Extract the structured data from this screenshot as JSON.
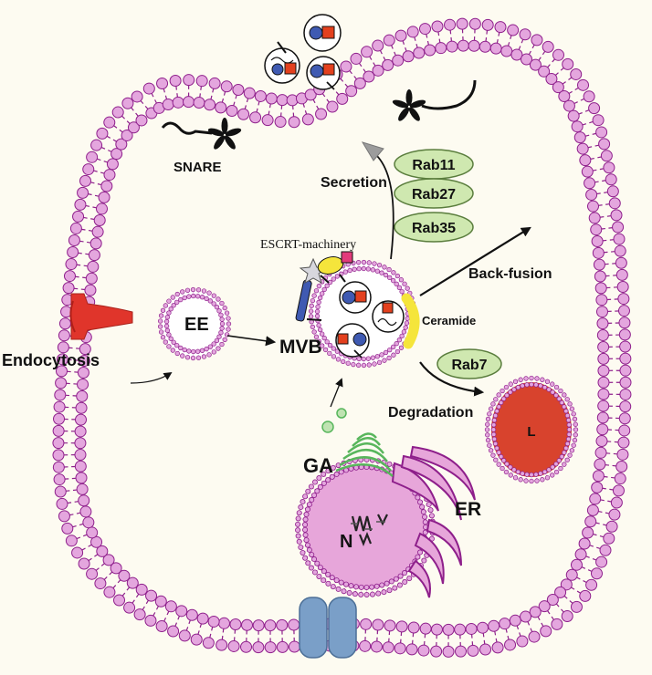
{
  "labels": {
    "snare": "SNARE",
    "secretion": "Secretion",
    "rab11": "Rab11",
    "rab27": "Rab27",
    "rab35": "Rab35",
    "escrt": "ESCRT-machinery",
    "back_fusion": "Back-fusion",
    "ee": "EE",
    "mvb": "MVB",
    "ceramide": "Ceramide",
    "endocytosis": "Endocytosis",
    "rab7": "Rab7",
    "degradation": "Degradation",
    "lysosome": "L",
    "ga": "GA",
    "er": "ER",
    "nucleus": "N"
  },
  "colors": {
    "background": "#fdfbf1",
    "membrane_head": "#e4a6de",
    "membrane_stroke": "#8e1f8b",
    "rab_fill": "#cfe8b0",
    "rab_stroke": "#5a7d3d",
    "lysosome_fill": "#d8432d",
    "receptor_red": "#e0352b",
    "channel_blue": "#7a9fc8",
    "cargo_blue": "#3f5ab2",
    "cargo_red": "#e3401e",
    "ceramide_yellow": "#f5e53b",
    "golgi_green": "#58b65c"
  },
  "icons": [
    "snare-icon",
    "transmembrane-receptor-icon",
    "channel-protein-icon",
    "cargo-vesicle-icon",
    "dna-icon"
  ]
}
